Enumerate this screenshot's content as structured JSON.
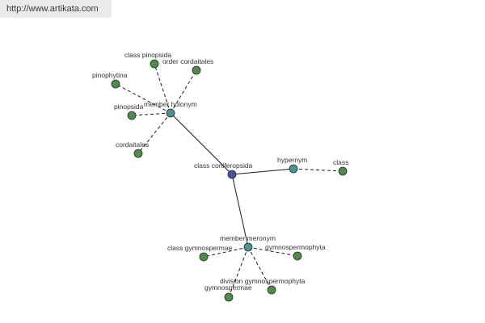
{
  "source_link": "http://www.artikata.com",
  "colors": {
    "center_node": "#4b4d9e",
    "relation_node": "#4c9493",
    "leaf_node": "#4f8c4c",
    "node_stroke": "#1e2e1e"
  },
  "nodes": {
    "center": "class coniferopsida",
    "hypernym": "hypernym",
    "member_holonym": "member holonym",
    "member_meronym": "member meronym",
    "class": "class",
    "class_pinopsida": "class pinopsida",
    "order_cordaitales": "order cordaitales",
    "pinophytina": "pinophytina",
    "pinopsida": "pinopsida",
    "cordaitales": "cordaitales",
    "class_gymnospermae": "class gymnospermae",
    "gymnospermophyta": "gymnospermophyta",
    "division_gymnospermophyta": "division gymnospermophyta",
    "gymnospermae": "gymnospermae"
  }
}
